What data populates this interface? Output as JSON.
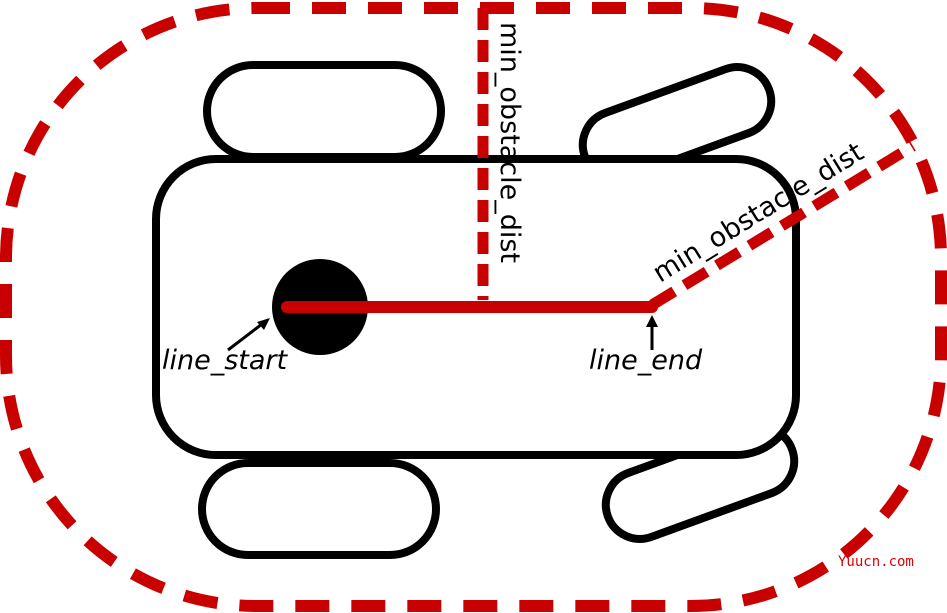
{
  "labels": {
    "line_start": "line_start",
    "line_end": "line_end",
    "min_obstacle_dist_vertical": "min_obstacle_dist",
    "min_obstacle_dist_diagonal": "min_obstacle_dist"
  },
  "watermark": "Yuucn.com",
  "colors": {
    "footprint_red": "#c80000",
    "outline_black": "#000000",
    "background": "#ffffff",
    "watermark_red": "#e00000"
  }
}
